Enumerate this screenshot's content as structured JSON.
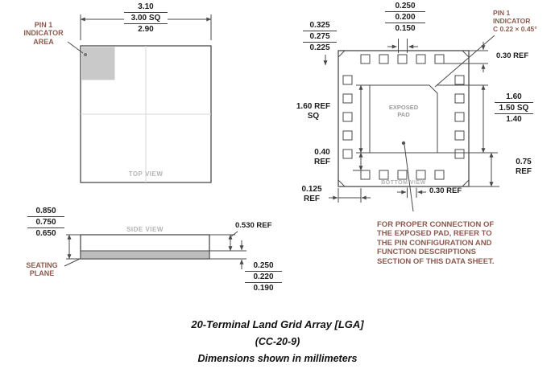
{
  "page": {
    "title_line1": "20-Terminal Land Grid Array [LGA]",
    "title_line2": "(CC-20-9)",
    "title_line3": "Dimensions shown in millimeters"
  },
  "top_view": {
    "view_label": "TOP VIEW",
    "pin1_label": [
      "PIN 1",
      "INDICATOR",
      "AREA"
    ],
    "size_dim": [
      "3.10",
      "3.00 SQ",
      "2.90"
    ]
  },
  "bottom_view": {
    "view_label": "BOTTOM VIEW",
    "exposed_pad_label": [
      "EXPOSED",
      "PAD"
    ],
    "pin1_label": [
      "PIN 1",
      "INDICATOR",
      "C 0.22 × 0.45°"
    ],
    "pad_dim": [
      "0.250",
      "0.200",
      "0.150"
    ],
    "corner_pad_dim": [
      "0.325",
      "0.275",
      "0.225"
    ],
    "top_edge_gap_dim": "0.30 REF",
    "inner_ring_dim": [
      "1.60 REF",
      "SQ"
    ],
    "exposed_pad_dim": [
      "1.60",
      "1.50 SQ",
      "1.40"
    ],
    "pad_clearance_dim": [
      "0.40",
      "REF"
    ],
    "bottom_corner_dim": [
      "0.75",
      "REF"
    ],
    "edge_offset_dim": [
      "0.125",
      "REF"
    ],
    "pad_length_dim": "0.30 REF"
  },
  "side_view": {
    "view_label": "SIDE VIEW",
    "overall_height_dim": [
      "0.850",
      "0.750",
      "0.650"
    ],
    "body_height_dim": "0.530 REF",
    "terminal_height_dim": [
      "0.250",
      "0.220",
      "0.190"
    ],
    "seating_plane_label": [
      "SEATING",
      "PLANE"
    ]
  },
  "note": {
    "lines": [
      "FOR PROPER CONNECTION OF",
      "THE EXPOSED PAD, REFER TO",
      "THE PIN CONFIGURATION AND",
      "FUNCTION DESCRIPTIONS",
      "SECTION OF THIS DATA SHEET."
    ]
  },
  "colors": {
    "line": "#4a4a4a",
    "accent_text": "#8d5a4d",
    "muted_text": "#b4b4b4",
    "pin1_area_fill": "#c9c9c9",
    "seating_band_fill": "#bdbdbd"
  }
}
